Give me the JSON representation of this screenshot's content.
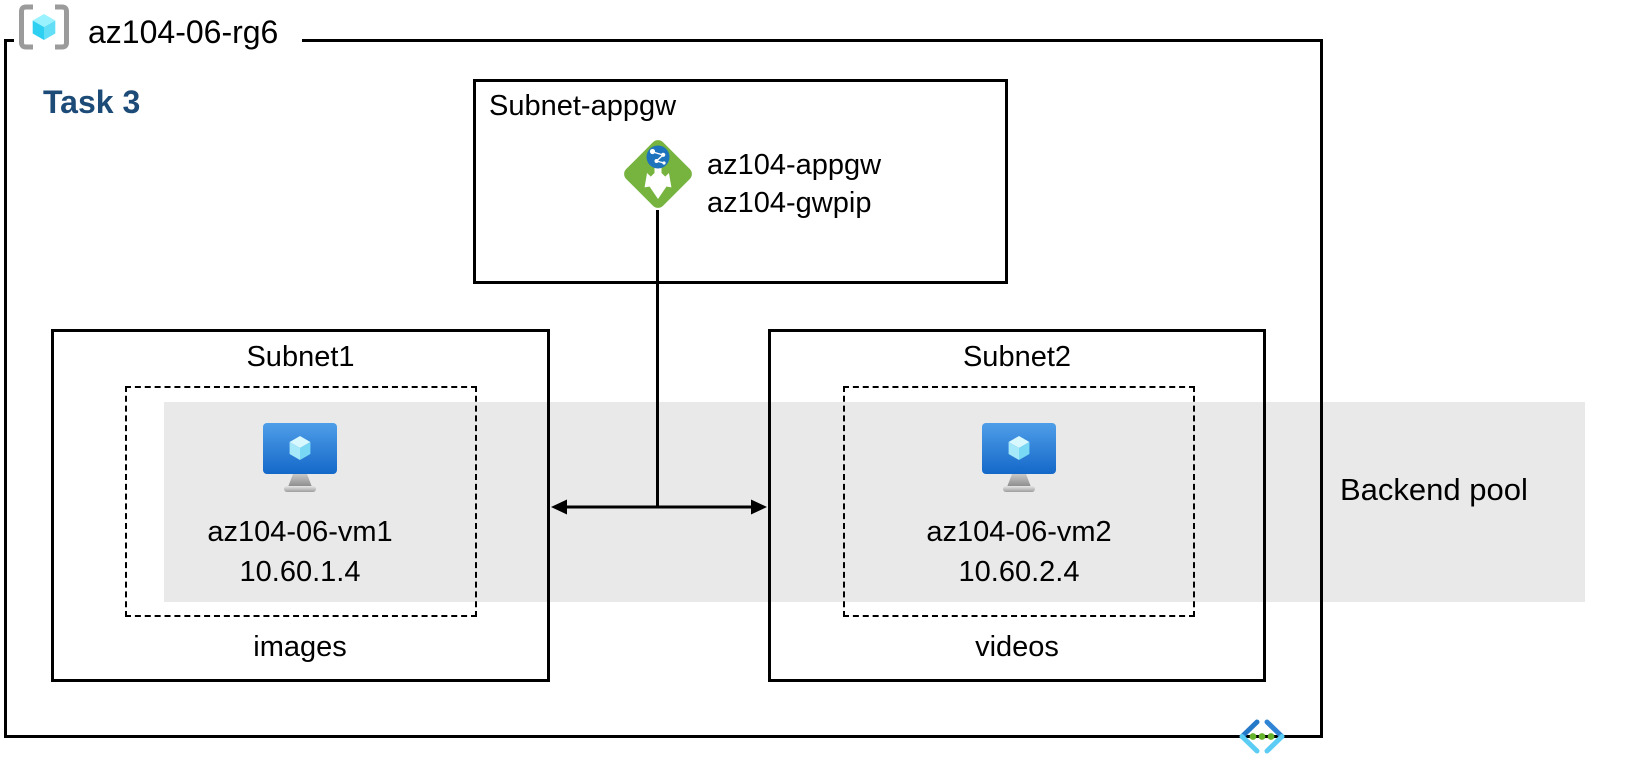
{
  "diagram": {
    "resource_group": {
      "label": "az104-06-rg6",
      "icon": "resource-group-icon"
    },
    "task_label": "Task 3",
    "appgw_subnet": {
      "title": "Subnet-appgw",
      "gateway_name": "az104-appgw",
      "gateway_pip": "az104-gwpip",
      "icon": "application-gateway-icon"
    },
    "subnet1": {
      "title": "Subnet1",
      "vm_name": "az104-06-vm1",
      "vm_ip": "10.60.1.4",
      "caption": "images",
      "icon": "virtual-machine-icon"
    },
    "subnet2": {
      "title": "Subnet2",
      "vm_name": "az104-06-vm2",
      "vm_ip": "10.60.2.4",
      "caption": "videos",
      "icon": "virtual-machine-icon"
    },
    "backend_pool": {
      "label": "Backend pool"
    },
    "vnet_icon": "virtual-network-icon",
    "colors": {
      "task_label_blue": "#1d4b77",
      "backend_band_gray": "#e9e9e9",
      "appgw_green": "#76b43f",
      "appgw_globe_blue": "#1e73bd",
      "vm_screen_top": "#4f9ee9",
      "vm_screen_bottom": "#1468c8",
      "cube_cyan_light": "#9bf2ff",
      "cube_cyan": "#2ed0f2",
      "vnet_blue": "#2579c9",
      "vnet_cyan": "#5bcdf4",
      "vnet_dot_green": "#66b32e",
      "line_black": "#000000"
    }
  }
}
